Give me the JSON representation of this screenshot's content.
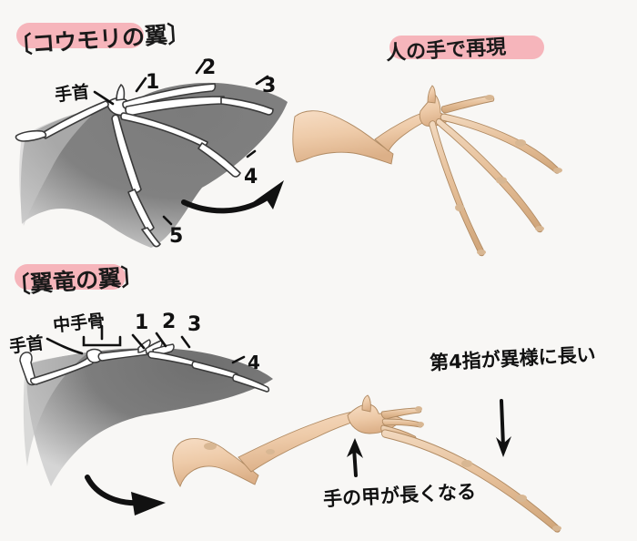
{
  "page": {
    "background_color": "#f8f7f5",
    "ink_color": "#111111",
    "highlight_color": "#f6b5bb",
    "membrane_color": "#787878",
    "bone_color": "#e2bb95",
    "skin_color": "#f0cdae"
  },
  "sections": [
    {
      "id": "bat-wing",
      "title": "〔コウモリの翼〕",
      "title_bracket_open": "〔",
      "title_bracket_close": "〕",
      "title_body": "コウモリの翼",
      "subject_title": "人の手で再現",
      "labels": [
        {
          "name": "wrist",
          "text": "手首"
        }
      ],
      "digit_callouts": [
        "1",
        "2",
        "3",
        "4",
        "5"
      ]
    },
    {
      "id": "pterosaur-wing",
      "title": "〔翼竜の翼〕",
      "title_bracket_open": "〔",
      "title_bracket_close": "〕",
      "title_body": "翼竜の翼",
      "labels": [
        {
          "name": "wrist",
          "text": "手首"
        },
        {
          "name": "metacarpal",
          "text": "中手骨"
        }
      ],
      "digit_callouts": [
        "1",
        "2",
        "3",
        "4"
      ],
      "annotations": [
        {
          "name": "fourth-finger-note",
          "text": "第4指が異様に長い"
        },
        {
          "name": "back-of-hand-note",
          "text": "手の甲が長くなる"
        }
      ]
    }
  ],
  "icons": {
    "curved_arrow_top": "curved-arrow-right-icon",
    "curved_arrow_bottom": "curved-arrow-right-icon",
    "down_arrow": "down-arrow-icon",
    "up_arrow": "up-arrow-icon"
  }
}
